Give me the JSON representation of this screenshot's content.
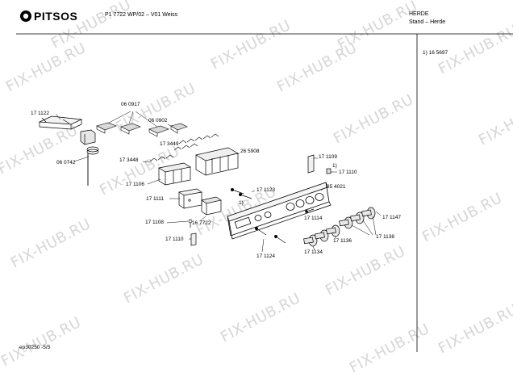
{
  "header": {
    "brand": "PITSOS",
    "model": "P1 7722 WP/02 – V01 Weiss",
    "category": "HERDE",
    "subcategory": "Stand – Herde"
  },
  "side_note": "1) 16 5697",
  "footer": {
    "doc_id": "ep30250 -5/5"
  },
  "watermark": "FIX-HUB.RU",
  "parts": {
    "p171122": "17 1122",
    "p060917": "06 0917",
    "p060902": "06 0902",
    "p173449": "17 3449",
    "p265908": "26 5908",
    "p173448": "17 3448",
    "p060742": "06 0742",
    "p171106": "17 1106",
    "p171109": "17 1109",
    "note1a": "1)",
    "p171110a": "17 1110",
    "p354021": "35 4021",
    "p171123": "17 1123",
    "note1b": "1)",
    "p171111": "17 1111",
    "p171108": "17 1108",
    "p167722": "16 7722",
    "p171110b": "17 1110",
    "p171114": "17 1114",
    "p171147": "17 1147",
    "p171138": "17 1138",
    "p171136": "17 1136",
    "p171134": "17 1134",
    "p171124": "17 1124"
  }
}
